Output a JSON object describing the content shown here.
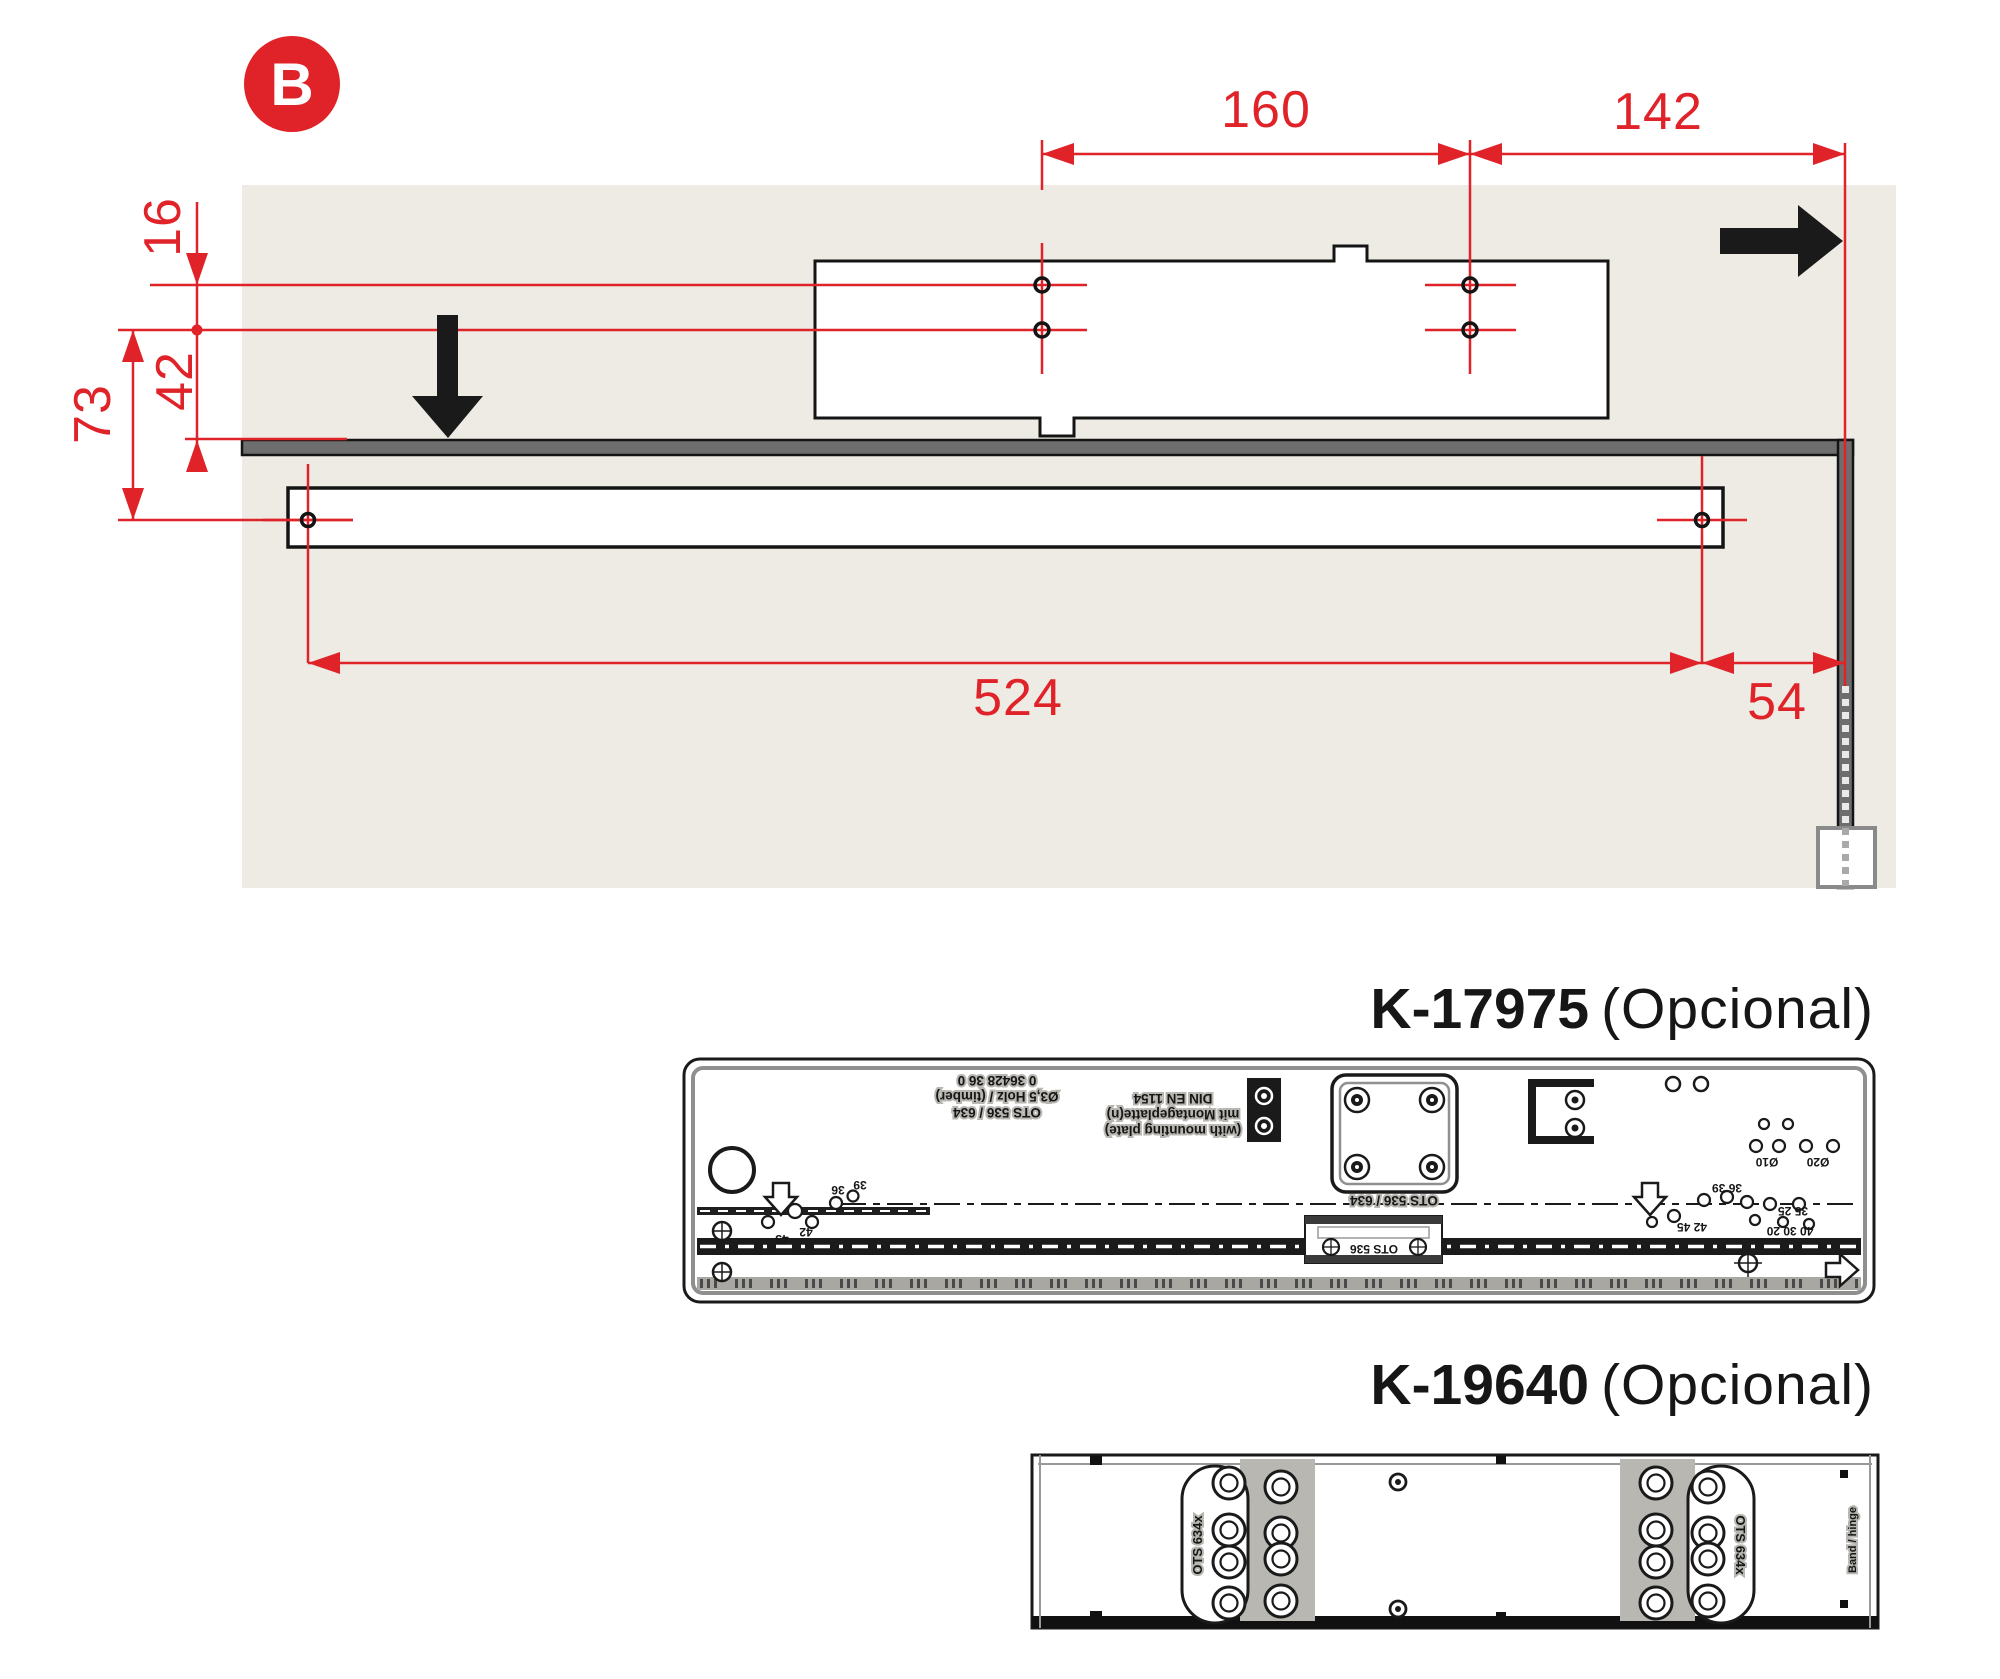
{
  "badge": {
    "label": "B"
  },
  "colors": {
    "accent_red": "#e02329",
    "panel_beige": "#edebe4",
    "ink": "#161616",
    "frame_gray": "#6e6e6e"
  },
  "dims": {
    "d160": "160",
    "d142": "142",
    "d16": "16",
    "d42": "42",
    "d73": "73",
    "d524": "524",
    "d54": "54"
  },
  "icons": {
    "push_direction": "down-arrow",
    "pull_direction": "right-arrow"
  },
  "templates": {
    "t1": {
      "code": "K-17975",
      "suffix": "(Opcional)",
      "block_left": [
        "0 36428 36 0",
        "Ø3,5 Holz / (timber)",
        "OTS 536 / 634"
      ],
      "block_din": [
        "DIN EN 1154",
        "mit Montageplatte(n)",
        "(with mounting plate)"
      ],
      "square_caption": "OTS 536 / 634",
      "module_label": "OTS 536",
      "marks": {
        "m36": "36",
        "m39": "39",
        "m42": "42",
        "m45": "45",
        "pair36_39": "36 39",
        "pair42_45": "42 45",
        "pair35_25": "35 25",
        "triple40_30_20": "40 30 20",
        "d10": "Ø10",
        "d20": "Ø20"
      }
    },
    "t2": {
      "code": "K-19640",
      "suffix": "(Opcional)",
      "stadium_label": "OTS 634x",
      "edge_label": "Band / hinge"
    }
  }
}
